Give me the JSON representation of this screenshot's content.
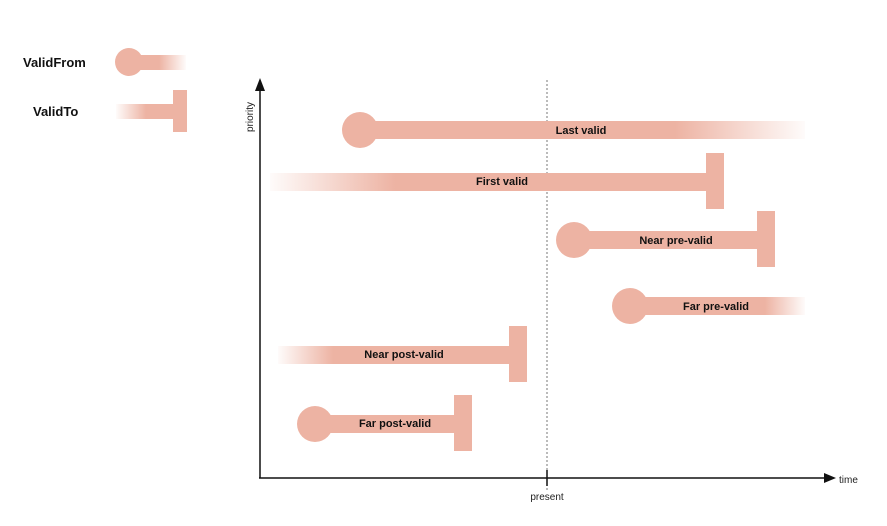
{
  "colors": {
    "bar": "#edb3a3",
    "bar_dark": "#e8a696",
    "axis": "#111111",
    "present_line": "#777777"
  },
  "legend": {
    "valid_from": "ValidFrom",
    "valid_to": "ValidTo"
  },
  "axes": {
    "y_label": "priority",
    "x_label": "time",
    "present_label": "present"
  },
  "bars": [
    {
      "label": "Last valid",
      "start": "circle",
      "end": "fade"
    },
    {
      "label": "First valid",
      "start": "fade",
      "end": "cap"
    },
    {
      "label": "Near pre-valid",
      "start": "circle",
      "end": "cap"
    },
    {
      "label": "Far pre-valid",
      "start": "circle",
      "end": "fade"
    },
    {
      "label": "Near post-valid",
      "start": "fade",
      "end": "cap"
    },
    {
      "label": "Far post-valid",
      "start": "circle",
      "end": "cap"
    }
  ]
}
